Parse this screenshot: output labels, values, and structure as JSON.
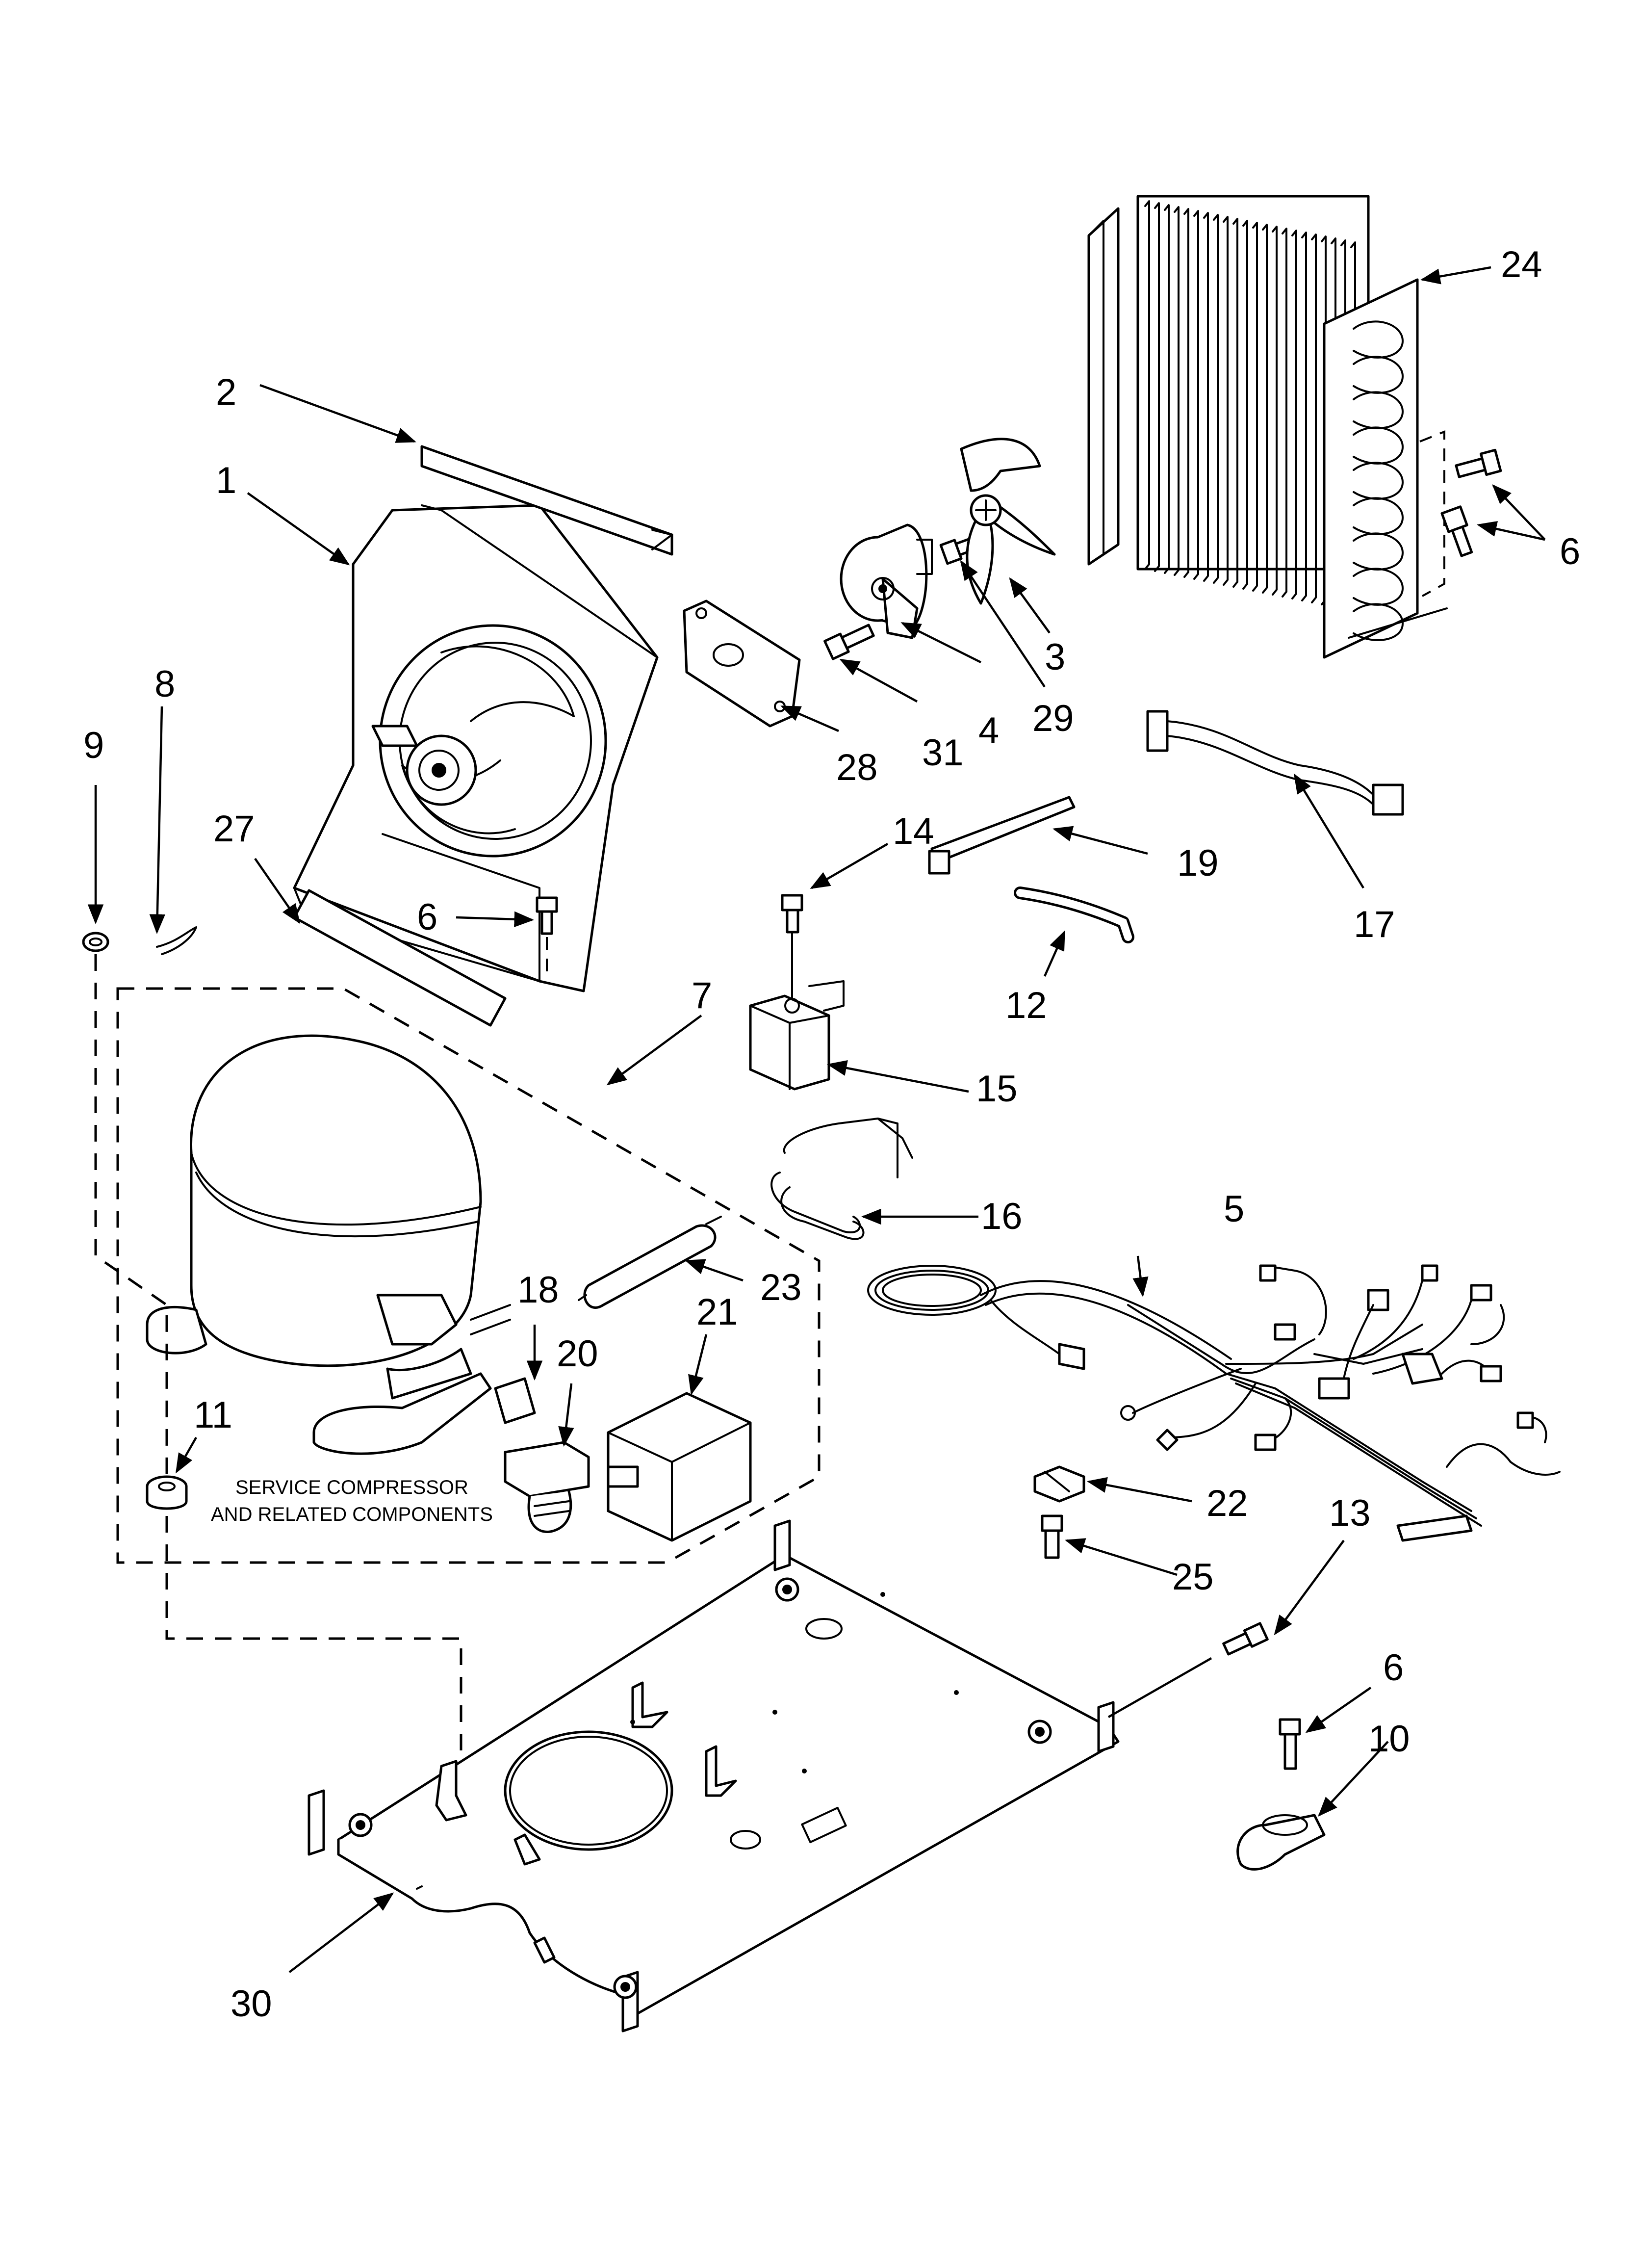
{
  "callouts": {
    "c1": "1",
    "c2": "2",
    "c3": "3",
    "c4": "4",
    "c5": "5",
    "c6a": "6",
    "c6b": "6",
    "c6c": "6",
    "c7": "7",
    "c8": "8",
    "c9": "9",
    "c10": "10",
    "c11": "11",
    "c12": "12",
    "c13": "13",
    "c14": "14",
    "c15": "15",
    "c16": "16",
    "c17": "17",
    "c18": "18",
    "c19": "19",
    "c20": "20",
    "c21": "21",
    "c22": "22",
    "c23": "23",
    "c24": "24",
    "c25": "25",
    "c27": "27",
    "c28": "28",
    "c29": "29",
    "c30": "30",
    "c31": "31"
  },
  "service_note": {
    "line1": "SERVICE COMPRESSOR",
    "line2": "AND RELATED COMPONENTS"
  },
  "colors": {
    "ink": "#000000",
    "paper": "#ffffff"
  }
}
